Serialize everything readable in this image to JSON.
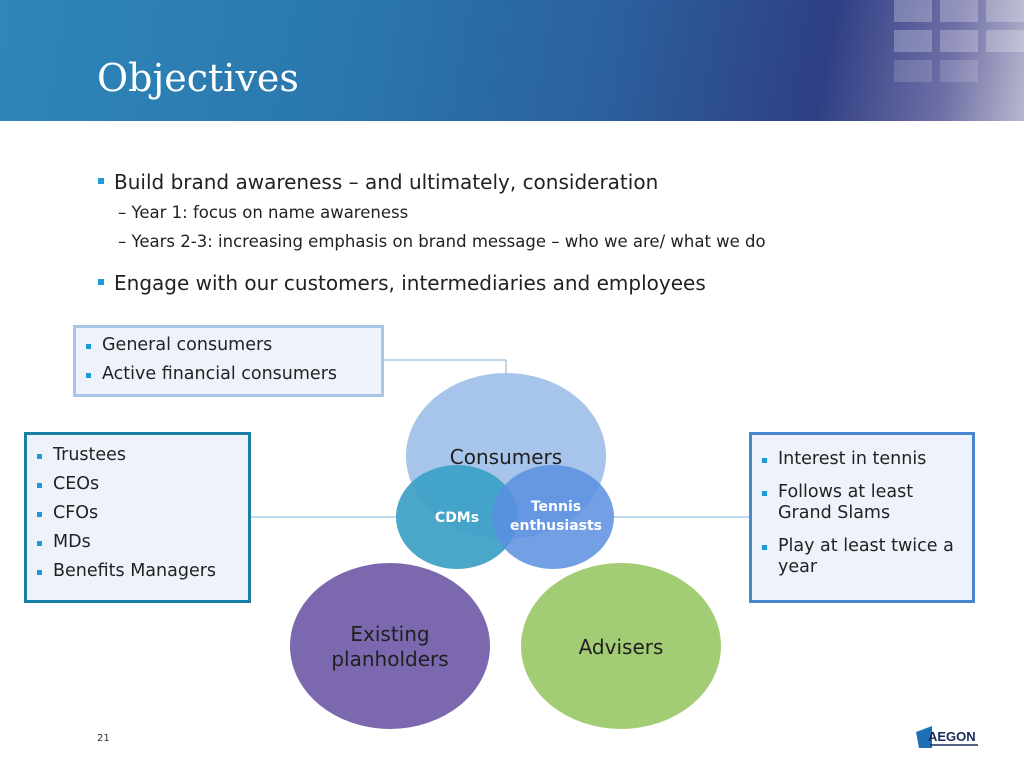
{
  "slide": {
    "title": "Objectives",
    "page_number": "21"
  },
  "bullets": [
    "Build brand awareness – and ultimately, consideration",
    "Year 1: focus on name awareness",
    "Years 2-3: increasing emphasis on brand message – who we are/ what we do",
    "Engage with our customers, intermediaries and employees"
  ],
  "sub_dash": "–",
  "boxes": {
    "consumers_box": [
      "General consumers",
      "Active financial consumers"
    ],
    "trustees_box": [
      "Trustees",
      "CEOs",
      "CFOs",
      "MDs",
      "Benefits Managers"
    ],
    "tennis_box": [
      "Interest in tennis",
      "Follows at least Grand Slams",
      "Play at least twice a year"
    ]
  },
  "circles": {
    "consumers": "Consumers",
    "cdms": "CDMs",
    "tennis_line1": "Tennis",
    "tennis_line2": "enthusiasts",
    "existing_line1": "Existing",
    "existing_line2": "planholders",
    "advisers": "Advisers"
  },
  "logo": {
    "text": "AEGON"
  },
  "colors": {
    "accent_bullet": "#1e9bd7",
    "consumers_circle": "#a7c4ea",
    "cdms_circle": "#3c9fc6",
    "tennis_circle": "#5b8fe0",
    "existing_circle": "#7b68ae",
    "advisers_circle": "#a3cd74"
  }
}
